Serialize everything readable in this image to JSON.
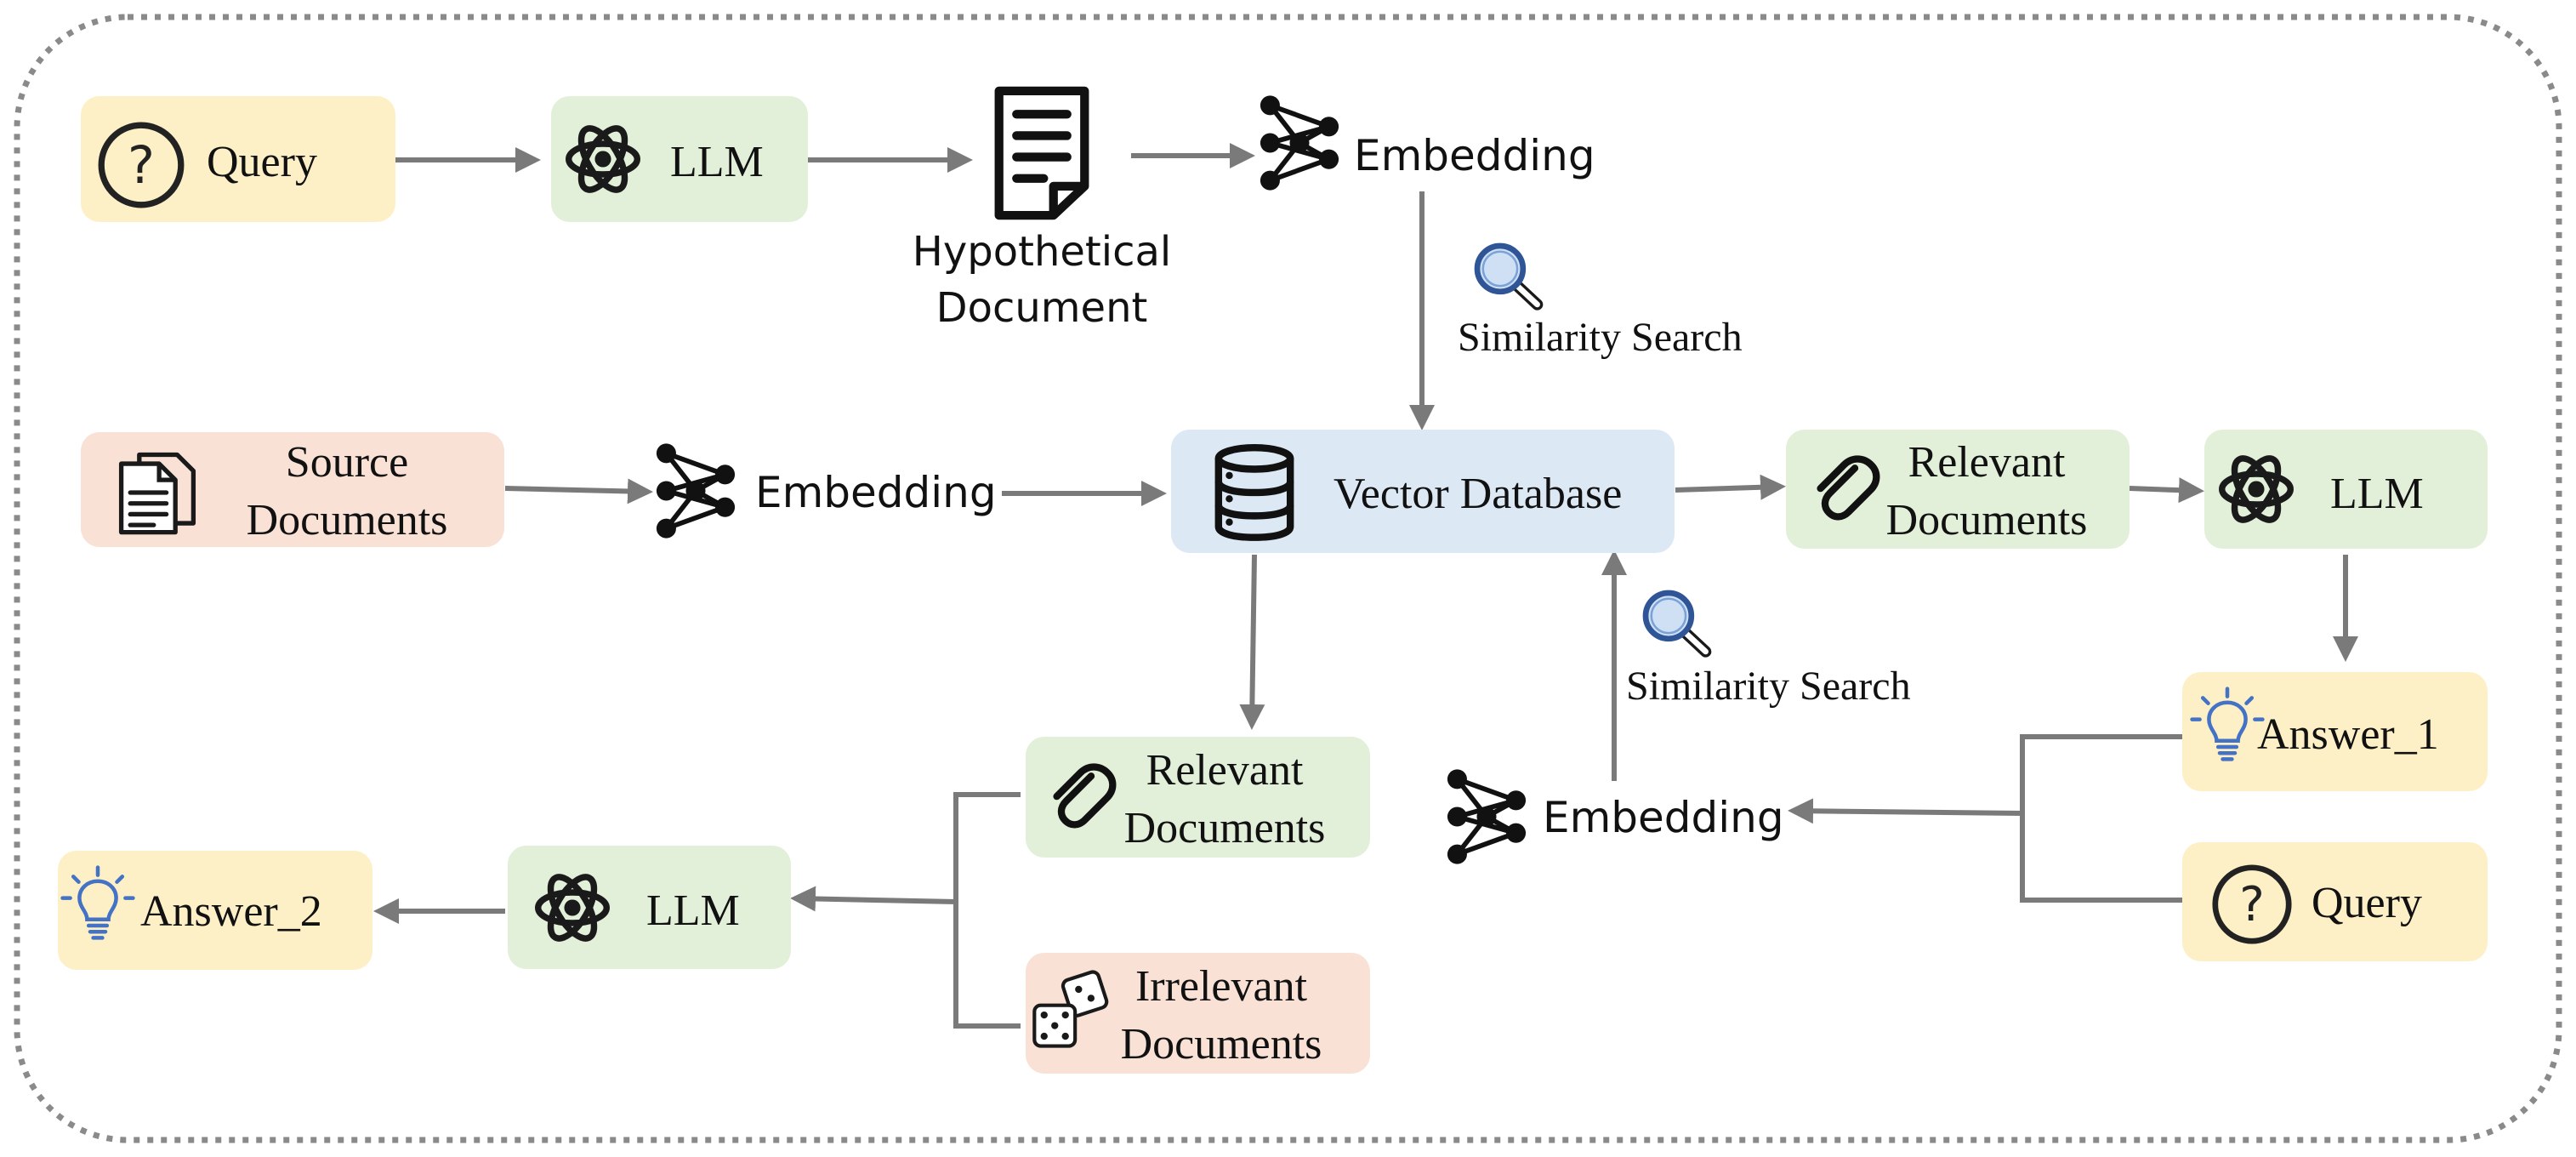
{
  "colors": {
    "yellow": "#fdf0c7",
    "green": "#e2efd9",
    "peach": "#f9e1d5",
    "blue": "#dce9f5",
    "arrow": "#7a7a7a",
    "border": "#8a8a8a",
    "search_icon": "#2f5597",
    "bulb_icon": "#4472c4"
  },
  "top_row": {
    "query": "Query",
    "llm": "LLM",
    "hypothetical_line1": "Hypothetical",
    "hypothetical_line2": "Document",
    "embedding": "Embedding",
    "similarity_search": "Similarity Search"
  },
  "middle_row": {
    "source_line1": "Source",
    "source_line2": "Documents",
    "embedding": "Embedding",
    "vector_database": "Vector Database",
    "relevant_line1": "Relevant",
    "relevant_line2": "Documents",
    "llm": "LLM"
  },
  "right_branch": {
    "answer_1": "Answer_1",
    "query": "Query",
    "embedding": "Embedding",
    "similarity_search": "Similarity Search"
  },
  "bottom_row": {
    "relevant_line1": "Relevant",
    "relevant_line2": "Documents",
    "irrelevant_line1": "Irrelevant",
    "irrelevant_line2": "Documents",
    "llm": "LLM",
    "answer_2": "Answer_2"
  },
  "icons": [
    "question-icon",
    "openai-icon",
    "document-icon",
    "network-icon",
    "magnifier-icon",
    "files-icon",
    "database-icon",
    "paperclip-icon",
    "lightbulb-icon",
    "dice-icon"
  ]
}
